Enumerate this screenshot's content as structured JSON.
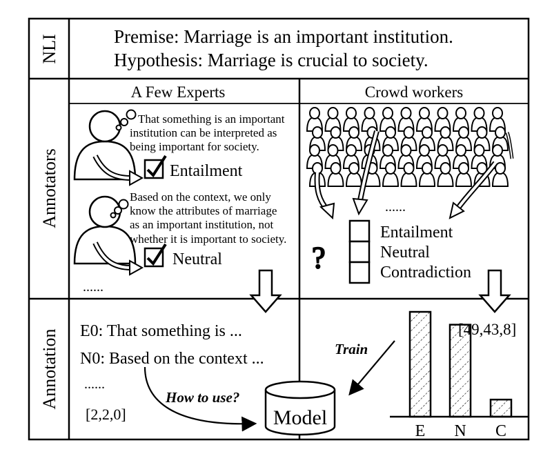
{
  "rows": {
    "nli": "NLI",
    "annotators": "Annotators",
    "annotation": "Annotation"
  },
  "nli": {
    "premise": "Premise: Marriage is an important institution.",
    "hypothesis": "Hypothesis: Marriage is crucial to society."
  },
  "experts": {
    "header": "A Few Experts",
    "thought1": [
      "That something is an important",
      "institution can be interpreted as",
      "being important for society."
    ],
    "label1": "Entailment",
    "thought2": [
      "Based on the context, we only",
      "know the attributes of marriage",
      "as an important institution, not",
      "whether it is important to society."
    ],
    "label2": "Neutral",
    "ellipsis": "......"
  },
  "crowd": {
    "header": "Crowd workers",
    "ellipsis": "......",
    "question_mark": "?",
    "options": [
      "Entailment",
      "Neutral",
      "Contradiction"
    ]
  },
  "annotation_left": {
    "e0": "E0: That something is ...",
    "n0": "N0: Based on the context ...",
    "ellipsis": "......",
    "counts": "[2,2,0]",
    "how_to_use": "How to use?",
    "model": "Model"
  },
  "annotation_right": {
    "train": "Train",
    "counts_label": "[49,43,8]"
  },
  "chart_data": {
    "type": "bar",
    "categories": [
      "E",
      "N",
      "C"
    ],
    "values": [
      49,
      43,
      8
    ],
    "title": "",
    "xlabel": "",
    "ylabel": ""
  }
}
